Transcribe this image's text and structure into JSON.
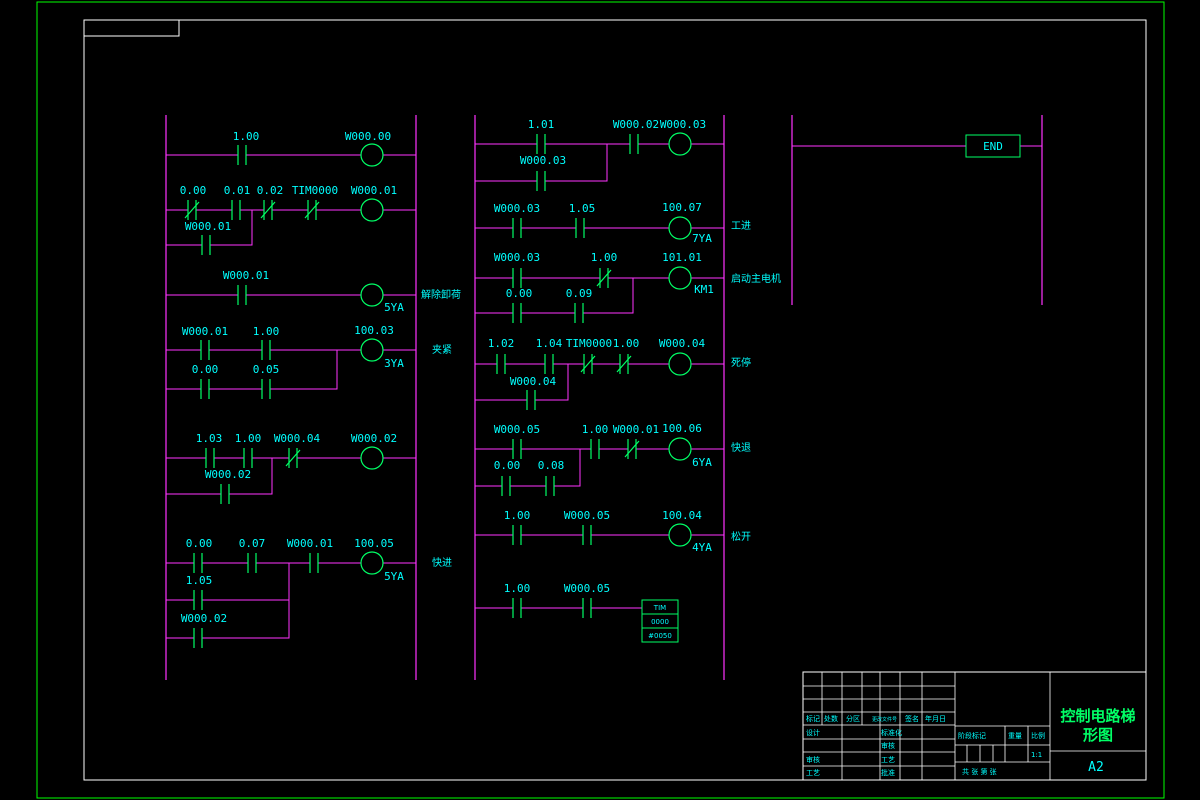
{
  "colors": {
    "frame": "#00ff00",
    "rung": "#ff33ff",
    "contact": "#00ff66",
    "text": "#00ffff"
  },
  "drawing": {
    "title_line1": "控制电路梯",
    "title_line2": "形图",
    "sheet_size": "A2",
    "end_label": "END"
  },
  "notes": {
    "release_clamp": "解除卸荷",
    "clamp": "夹紧",
    "fast_forward": "快进",
    "work_feed": "工进",
    "start_main_motor": "启动主电机",
    "dead_stop": "死停",
    "fast_return": "快退",
    "loosen": "松开"
  },
  "timer": {
    "type": "TIM",
    "number": "0000",
    "setting": "#0050"
  },
  "title_block": {
    "mark": "标记",
    "count": "处数",
    "zone": "分区",
    "doc_no": "更改文件号",
    "signature": "签名",
    "date": "年月日",
    "design": "设计",
    "standardization": "标准化",
    "check": "审核",
    "process": "工艺",
    "approve": "批准",
    "stage_mark": "阶段标记",
    "weight": "重量",
    "scale": "比例",
    "scale_value": "1:1",
    "sheets": "共 张 第 张",
    "reviewer": "审核",
    "process2": "工艺"
  },
  "labels": {
    "r1_c1": "1.00",
    "r1_coil": "W000.00",
    "r2_c1": "0.00",
    "r2_c2": "0.01",
    "r2_c3": "0.02",
    "r2_c4": "TIM0000",
    "r2_coil": "W000.01",
    "r2_b1": "W000.01",
    "r3_c1": "W000.01",
    "r3_coil": "5YA",
    "r4_c1": "W000.01",
    "r4_c2": "1.00",
    "r4_b1": "0.00",
    "r4_b2": "0.05",
    "r4_coil": "100.03",
    "r4_coil2": "3YA",
    "r5_c1": "1.03",
    "r5_c2": "1.00",
    "r5_c3": "W000.04",
    "r5_b1": "W000.02",
    "r5_coil": "W000.02",
    "r6_c1": "0.00",
    "r6_c2": "0.07",
    "r6_c3": "W000.01",
    "r6_b1": "1.05",
    "r6_b2": "W000.02",
    "r6_coil": "100.05",
    "r6_coil2": "5YA",
    "m1_c1": "1.01",
    "m1_c2": "W000.02",
    "m1_b1": "W000.03",
    "m1_coil": "W000.03",
    "m2_c1": "W000.03",
    "m2_c2": "1.05",
    "m2_coil": "100.07",
    "m2_coil2": "7YA",
    "m3_c1": "W000.03",
    "m3_c2": "1.00",
    "m3_b1": "0.00",
    "m3_b2": "0.09",
    "m3_coil": "101.01",
    "m3_coil2": "KM1",
    "m4_c1": "1.02",
    "m4_c2": "1.04",
    "m4_c3": "TIM0000",
    "m4_c4": "1.00",
    "m4_b1": "W000.04",
    "m4_coil": "W000.04",
    "m5_c1": "W000.05",
    "m5_c2": "1.00",
    "m5_c3": "W000.01",
    "m5_b1": "0.00",
    "m5_b2": "0.08",
    "m5_coil": "100.06",
    "m5_coil2": "6YA",
    "m6_c1": "1.00",
    "m6_c2": "W000.05",
    "m6_coil": "100.04",
    "m6_coil2": "4YA",
    "m7_c1": "1.00",
    "m7_c2": "W000.05"
  }
}
